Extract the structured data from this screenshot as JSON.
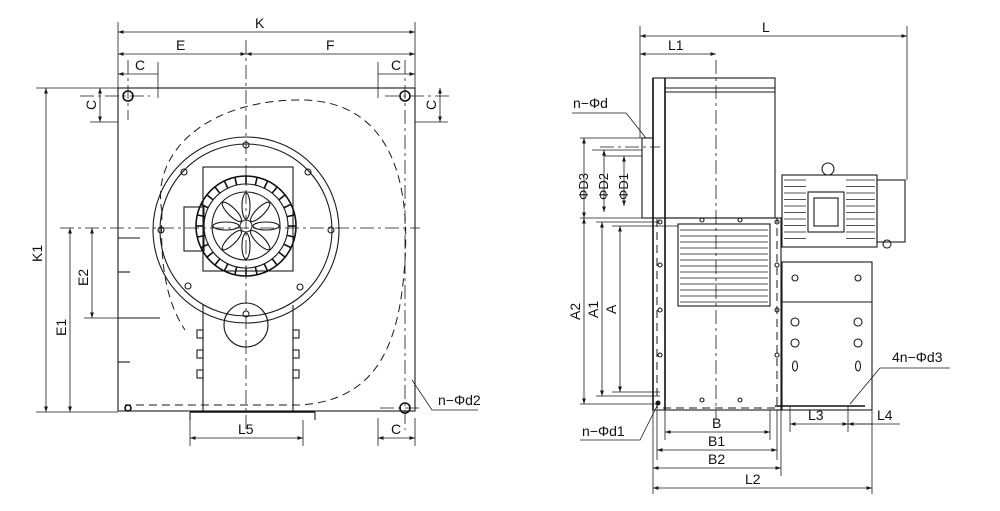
{
  "front_view": {
    "dimensions": {
      "K": "K",
      "E": "E",
      "F": "F",
      "C_top_left": "C",
      "C_top_right": "C",
      "C_left_vertical": "C",
      "C_right_vertical": "C",
      "C_bottom_right": "C",
      "K1": "K1",
      "E1": "E1",
      "E2": "E2",
      "L5": "L5"
    },
    "callouts": {
      "hole_d2": "n−Φd2"
    }
  },
  "side_view": {
    "dimensions": {
      "L": "L",
      "L1": "L1",
      "L2": "L2",
      "L3": "L3",
      "L4": "L4",
      "A": "A",
      "A1": "A1",
      "A2": "A2",
      "B": "B",
      "B1": "B1",
      "B2": "B2",
      "D1": "ΦD1",
      "D2": "ΦD2",
      "D3": "ΦD3"
    },
    "callouts": {
      "hole_d": "n−Φd",
      "hole_d1": "n−Φd1",
      "hole_d3": "4n−Φd3"
    }
  }
}
